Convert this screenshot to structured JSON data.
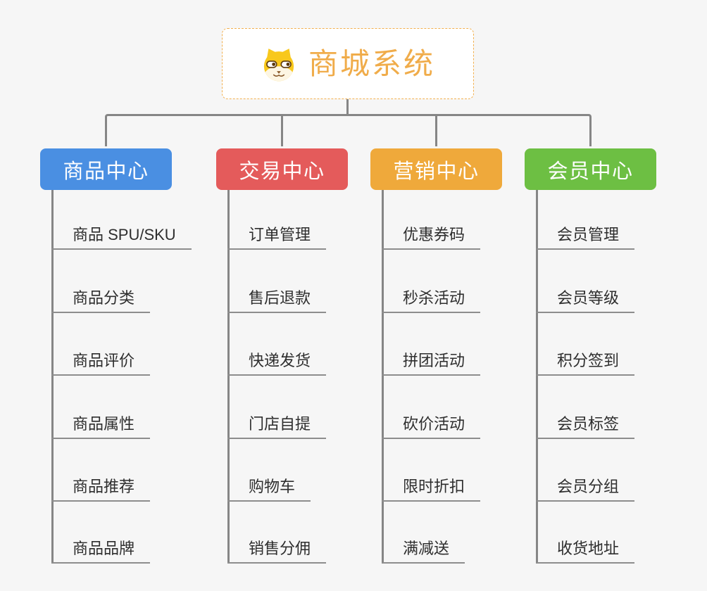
{
  "canvas": {
    "background": "#f6f6f6"
  },
  "root": {
    "title": "商城系统",
    "icon": "shiba-dog-face-icon",
    "title_color": "#f0ac4a",
    "border_color": "#f2b04f"
  },
  "connectors": {
    "line_color": "#868686",
    "leaf_underline_color": "#8d8d8d"
  },
  "leaf_text_color": "#2e2e2e",
  "branches": [
    {
      "label": "商品中心",
      "color": "#4a8fe2",
      "items": [
        "商品 SPU/SKU",
        "商品分类",
        "商品评价",
        "商品属性",
        "商品推荐",
        "商品品牌"
      ]
    },
    {
      "label": "交易中心",
      "color": "#e45b5b",
      "items": [
        "订单管理",
        "售后退款",
        "快递发货",
        "门店自提",
        "购物车",
        "销售分佣"
      ]
    },
    {
      "label": "营销中心",
      "color": "#efa93b",
      "items": [
        "优惠券码",
        "秒杀活动",
        "拼团活动",
        "砍价活动",
        "限时折扣",
        "满减送"
      ]
    },
    {
      "label": "会员中心",
      "color": "#6dbf43",
      "items": [
        "会员管理",
        "会员等级",
        "积分签到",
        "会员标签",
        "会员分组",
        "收货地址"
      ]
    }
  ]
}
